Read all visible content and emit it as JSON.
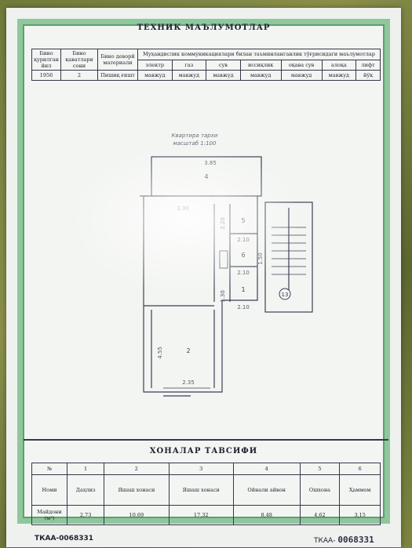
{
  "header": {
    "title": "ТЕХНИК МАЪЛУМОТЛАР"
  },
  "tech_table": {
    "col_year": "Бино қурилган йил",
    "col_floors": "Бино қаватлари сони",
    "col_walls": "Бино деворй материали",
    "col_utilities": "Муҳандислик коммуникациялари билан таъминланганлик тўғрисидаги маълумотлар",
    "sub_headers": [
      "электр",
      "газ",
      "сув",
      "иссиқлик",
      "оқава сув",
      "алоқа",
      "лифт"
    ],
    "year": "1956",
    "floors": "2",
    "walls": "Пишиқ ғишт",
    "utility_values": [
      "мавжуд",
      "мавжуд",
      "мавжуд",
      "мавжуд",
      "мавжуд",
      "мавжуд",
      "йўқ"
    ]
  },
  "plan": {
    "note_line1": "Квартира тархи",
    "note_line2": "масштаб 1:100",
    "room_numbers": [
      "4",
      "5",
      "6",
      "1",
      "2",
      "13"
    ],
    "dimensions": [
      "3.85",
      "3.30",
      "2.20",
      "2.10",
      "1.50",
      "2.10",
      "1.30",
      "2.10",
      "4.55",
      "2.35"
    ]
  },
  "rooms_section": {
    "title": "ХОНАЛАР ТАВСИФИ"
  },
  "rooms_table": {
    "label_number": "№",
    "label_name": "Номи",
    "label_area": "Майдони (м²)",
    "numbers": [
      "1",
      "2",
      "3",
      "4",
      "5",
      "6"
    ],
    "names": [
      "Даҳлиз",
      "Яшаш хонаси",
      "Яшаш хонаси",
      "Ойнали айвон",
      "Ошхона",
      "Ҳаммом"
    ],
    "areas": [
      "2,73",
      "10,69",
      "17,32",
      "8,48",
      "4,62",
      "3,15"
    ]
  },
  "footer": {
    "serial_left": "ТКАА-0068331",
    "serial_right_prefix": "ТКАА-",
    "serial_right_number": "0068331"
  }
}
